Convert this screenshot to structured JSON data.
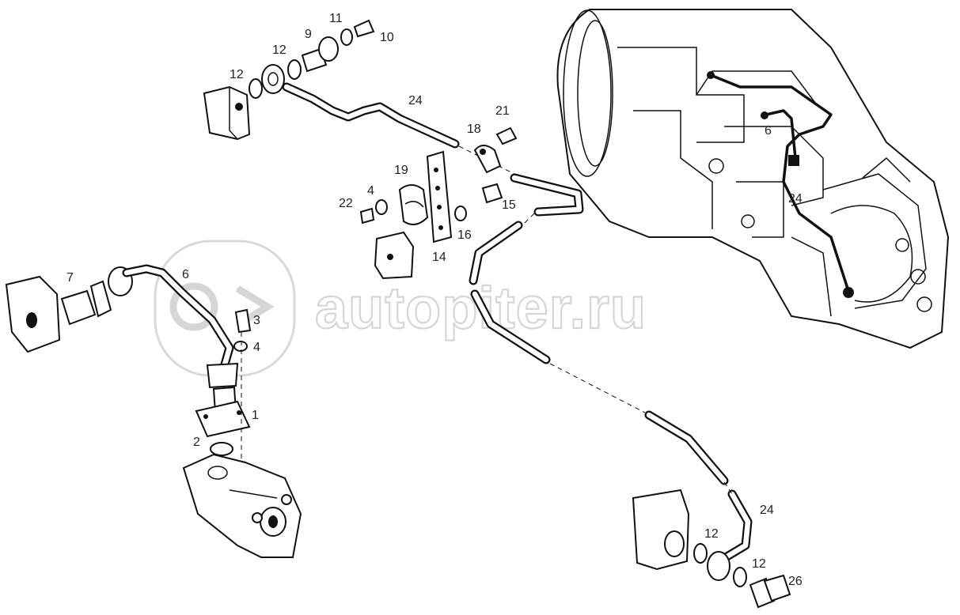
{
  "watermark": {
    "text": "autopiter.ru"
  },
  "callouts": {
    "c1": "1",
    "c2": "2",
    "c3": "3",
    "c4a": "4",
    "c4b": "4",
    "c6a": "6",
    "c6b": "6",
    "c7": "7",
    "c9": "9",
    "c10": "10",
    "c11": "11",
    "c12a": "12",
    "c12b": "12",
    "c12c": "12",
    "c12d": "12",
    "c14": "14",
    "c15": "15",
    "c16": "16",
    "c18": "18",
    "c19": "19",
    "c21": "21",
    "c22": "22",
    "c24a": "24",
    "c24b": "24",
    "c24c": "24",
    "c26": "26"
  }
}
